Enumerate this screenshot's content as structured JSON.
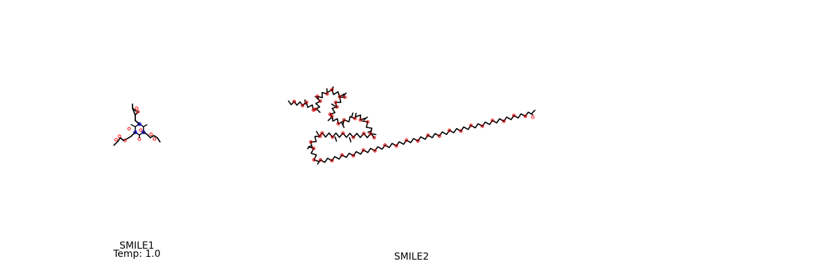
{
  "molecules": [
    {
      "label": "SMILE1",
      "subtitle": "Temp: 1.0"
    },
    {
      "label": "SMILE2"
    }
  ],
  "colors": {
    "bond": "#000000",
    "oxygen": "#ff0000",
    "nitrogen": "#0000ff",
    "background": "#ffffff"
  }
}
